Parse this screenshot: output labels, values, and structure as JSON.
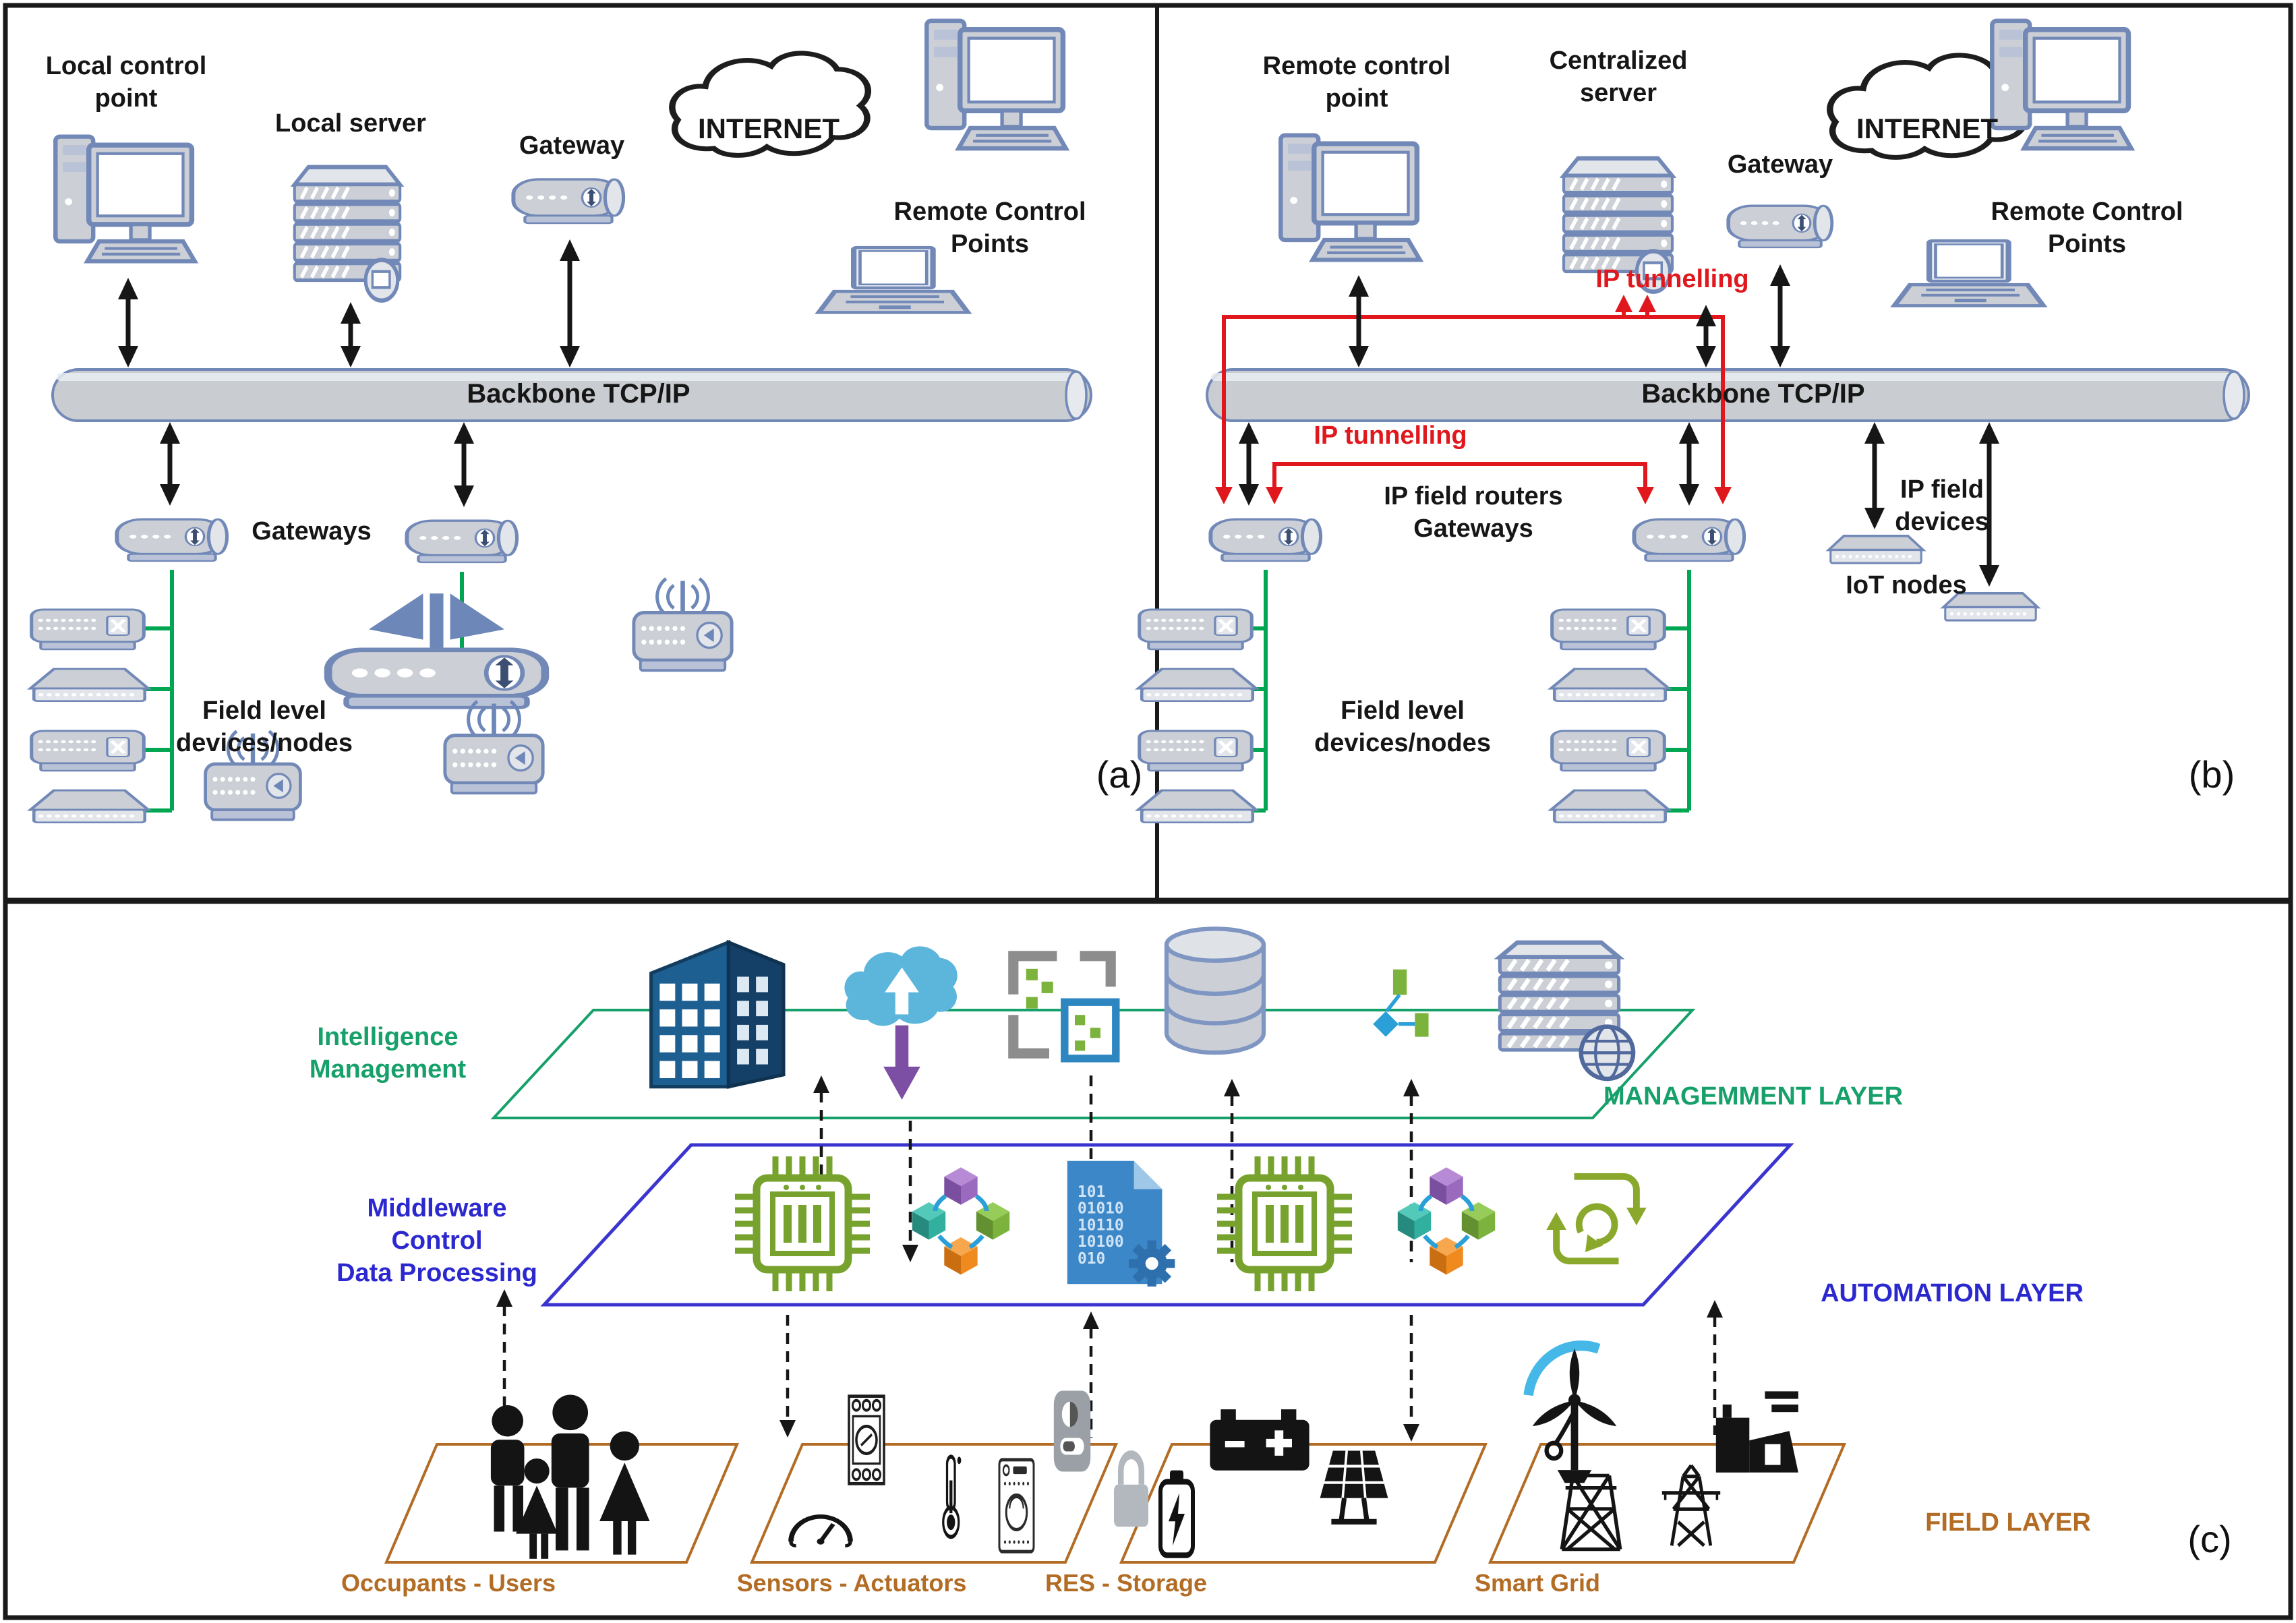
{
  "panel_a": {
    "local_control_point": [
      "Local control",
      "point"
    ],
    "local_server": "Local server",
    "gateway": "Gateway",
    "internet": "INTERNET",
    "remote_control_points": [
      "Remote Control",
      "Points"
    ],
    "backbone": "Backbone TCP/IP",
    "gateways": "Gateways",
    "field_level_devices": [
      "Field level",
      "devices/nodes"
    ],
    "tag": "(a)"
  },
  "panel_b": {
    "remote_control_point": [
      "Remote control",
      "point"
    ],
    "centralized_server": [
      "Centralized",
      "server"
    ],
    "gateway": "Gateway",
    "internet": "INTERNET",
    "remote_control_points": [
      "Remote Control",
      "Points"
    ],
    "backbone": "Backbone TCP/IP",
    "ip_tunnelling_top": "IP tunnelling",
    "ip_tunnelling_bottom": "IP tunnelling",
    "ip_field_routers": [
      "IP field routers",
      "Gateways"
    ],
    "field_level_devices": [
      "Field level",
      "devices/nodes"
    ],
    "ip_field_devices": [
      "IP field",
      "devices"
    ],
    "iot_nodes": "IoT nodes",
    "tag": "(b)"
  },
  "panel_c": {
    "intelligence_management": [
      "Intelligence",
      "Management"
    ],
    "management_layer": "MANAGEMMENT LAYER",
    "middleware": [
      "Middleware",
      "Control",
      "Data Processing"
    ],
    "automation_layer": "AUTOMATION LAYER",
    "field_layer": "FIELD LAYER",
    "occupants_users": "Occupants - Users",
    "sensors_actuators": "Sensors - Actuators",
    "res_storage": "RES - Storage",
    "smart_grid": "Smart Grid",
    "binary_lines": [
      "101",
      "01010",
      "10110",
      "10100",
      "010"
    ],
    "tag": "(c)"
  },
  "colors": {
    "green_line": "#00a651",
    "red_line": "#e0181d",
    "management_green": "#16a06a",
    "automation_blue": "#2b28cf",
    "field_brown": "#b26c24",
    "device_fill": "#ccd0d6",
    "device_stroke": "#7289b8"
  }
}
